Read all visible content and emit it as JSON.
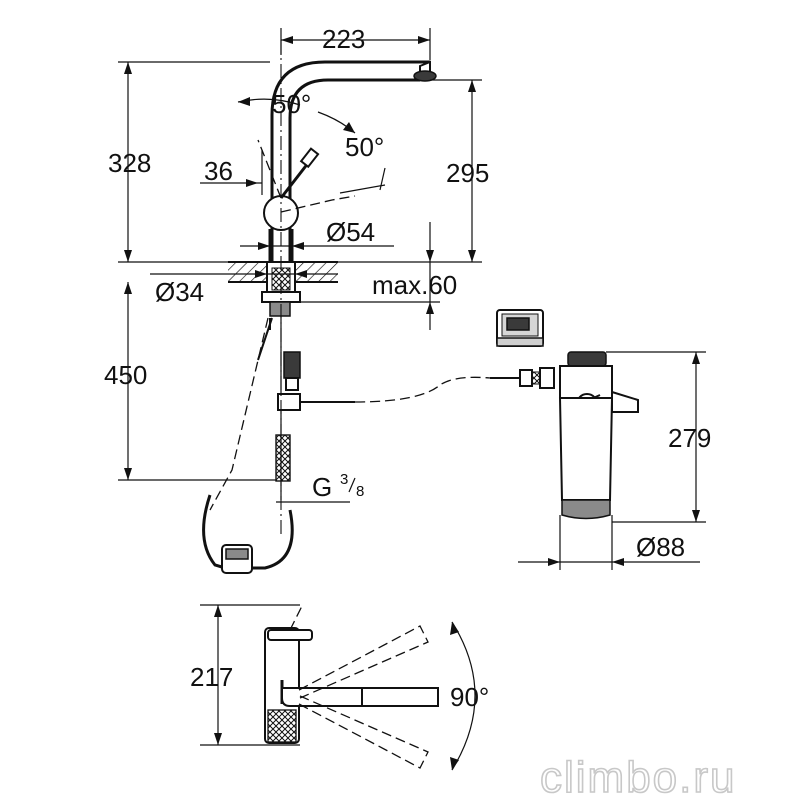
{
  "dimensions": {
    "spout_reach": "223",
    "total_height": "328",
    "spout_height": "295",
    "lever_angle_left": "50°",
    "lever_angle_right": "50°",
    "lever_offset": "36",
    "body_diameter": "Ø54",
    "hole_diameter": "Ø34",
    "max_deck": "max.60",
    "hose_length": "450",
    "thread_prefix": "G",
    "thread_num": "3",
    "thread_den": "8",
    "filter_height": "279",
    "filter_diameter": "Ø88",
    "top_view_height": "217",
    "swivel_angle": "90°"
  },
  "watermark": "climbo.ru"
}
